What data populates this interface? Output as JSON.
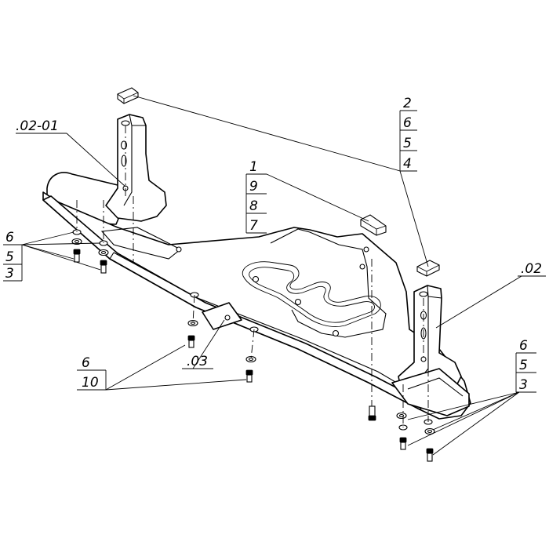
{
  "labels": {
    "bracket_left": ".02-01",
    "bracket_right": ".02",
    "plate_small": ".03",
    "group_top_right": [
      "2",
      "6",
      "5",
      "4"
    ],
    "group_center": [
      "1",
      "9",
      "8",
      "7"
    ],
    "group_left": [
      "6",
      "5",
      "3"
    ],
    "group_bottom_left": [
      "6",
      "10"
    ],
    "group_bottom_right": [
      "6",
      "5",
      "3"
    ]
  }
}
